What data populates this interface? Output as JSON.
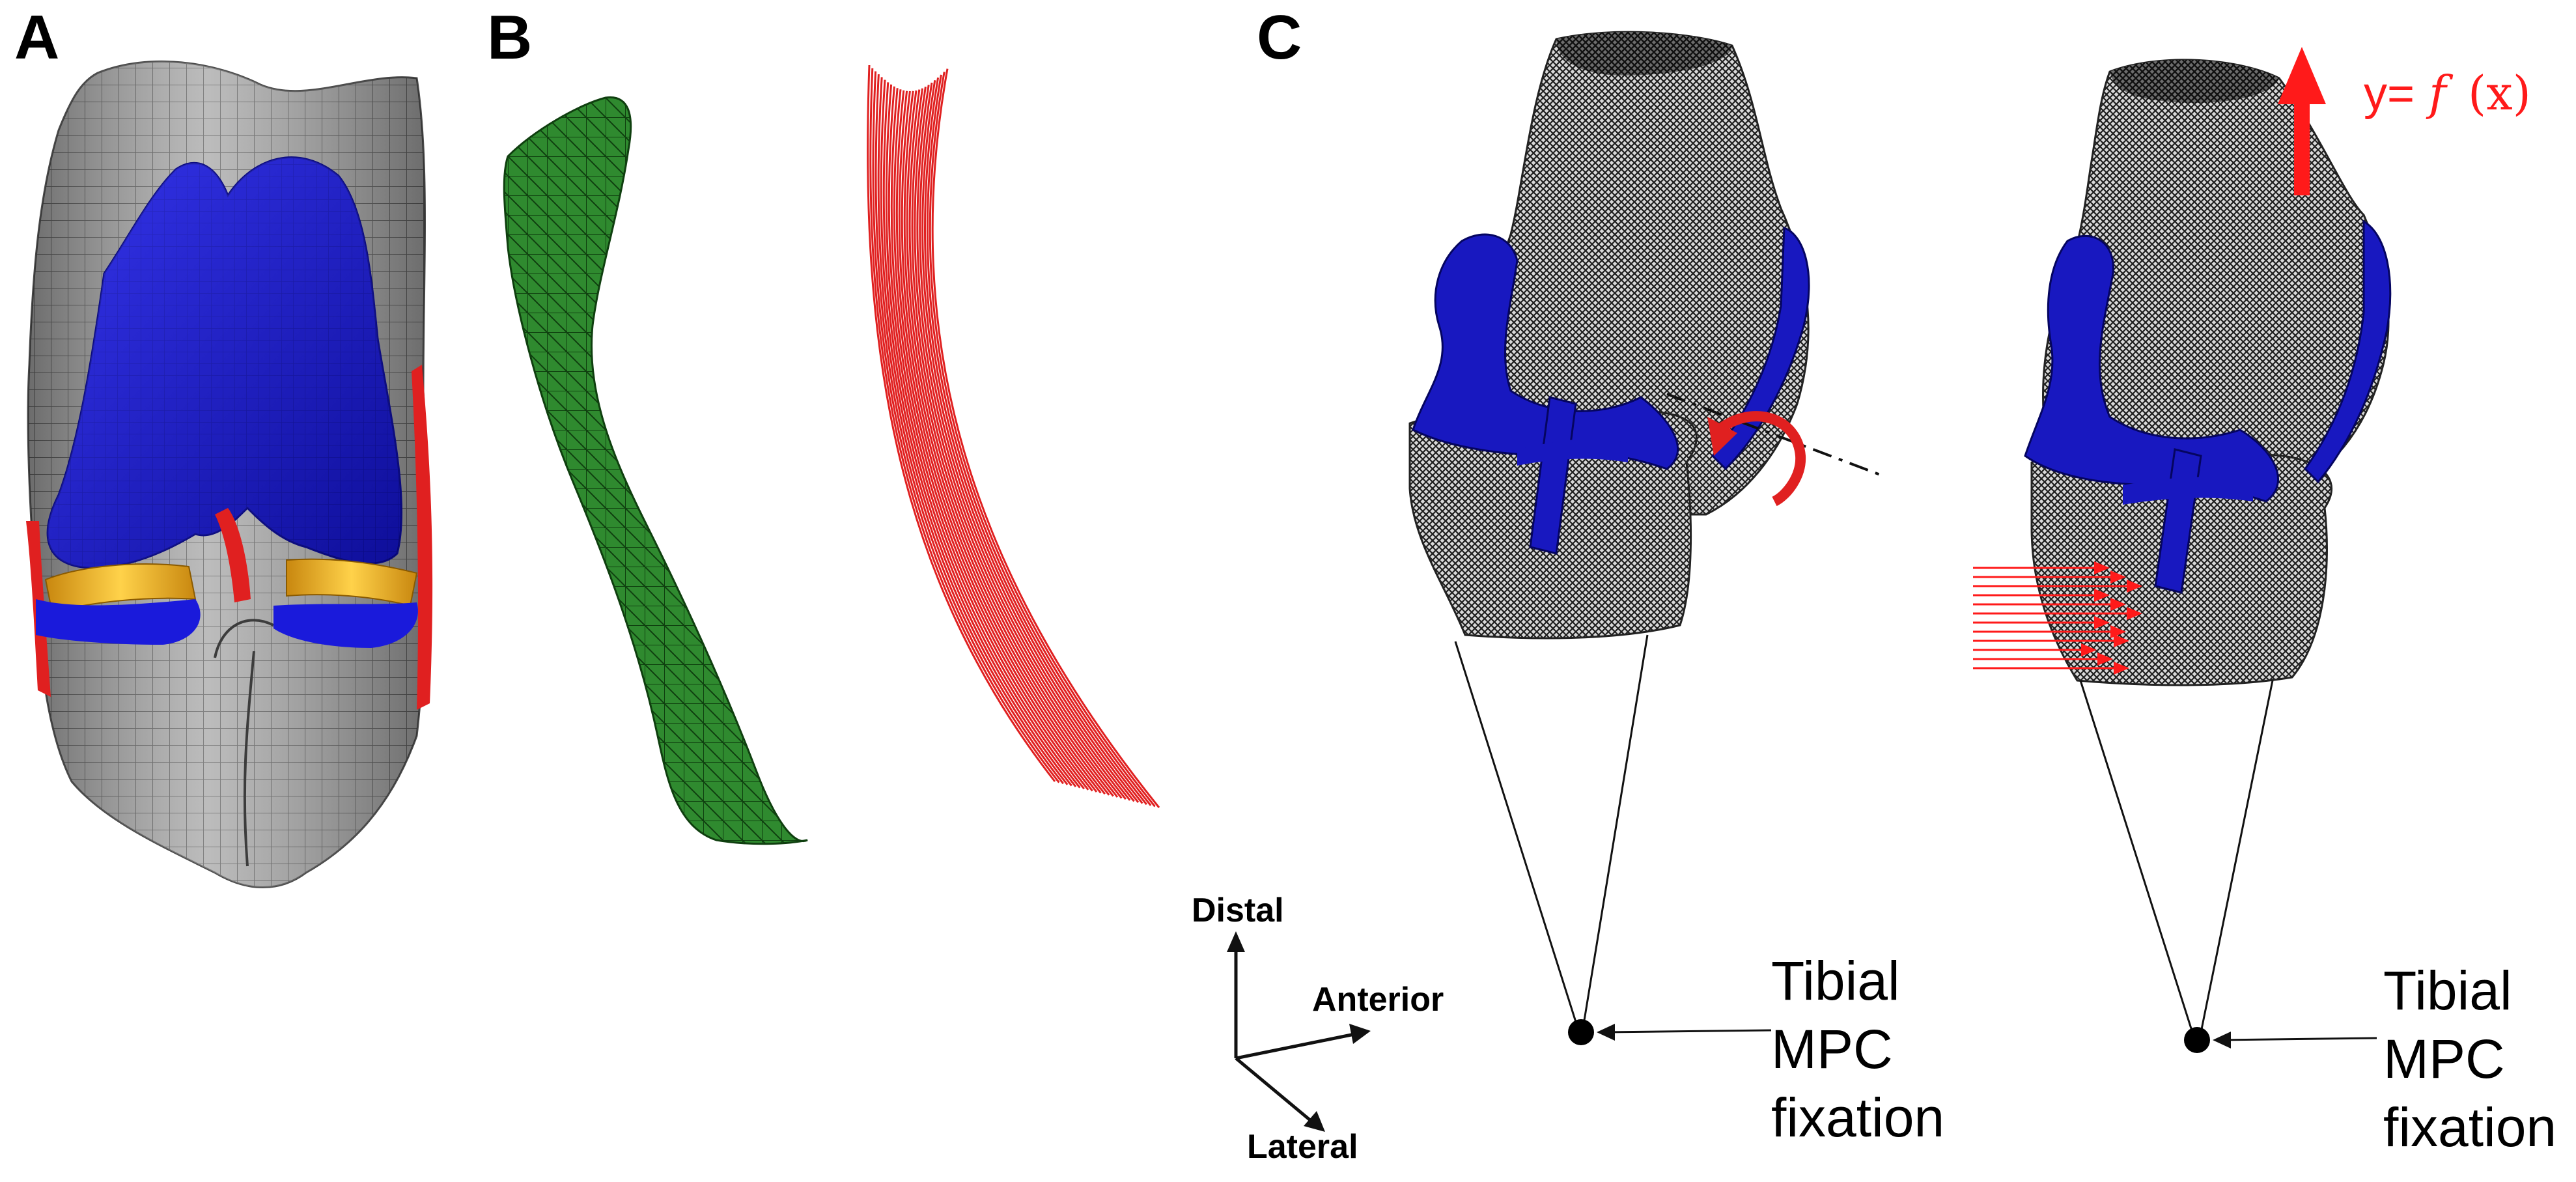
{
  "panels": {
    "a": {
      "label": "A"
    },
    "b": {
      "label": "B"
    },
    "c": {
      "label": "C"
    }
  },
  "axes": {
    "distal": "Distal",
    "anterior": "Anterior",
    "lateral": "Lateral"
  },
  "callouts": {
    "left": {
      "line1": "Tibial",
      "line2": "MPC",
      "line3": "fixation"
    },
    "right": {
      "line1": "Tibial",
      "line2": "MPC",
      "line3": "fixation"
    }
  },
  "load": {
    "prefix": "y=",
    "function": "f",
    "arg": "(x)"
  },
  "colors": {
    "bone_gray": "#8c8c8c",
    "cartilage_blue": "#1a1adb",
    "meniscus_yellow": "#e8b020",
    "ligament_red": "#e02020",
    "tendon_green": "#2e7d2e",
    "arrow_red": "#ff1a1a",
    "mesh_dark": "#3a3a3a"
  }
}
